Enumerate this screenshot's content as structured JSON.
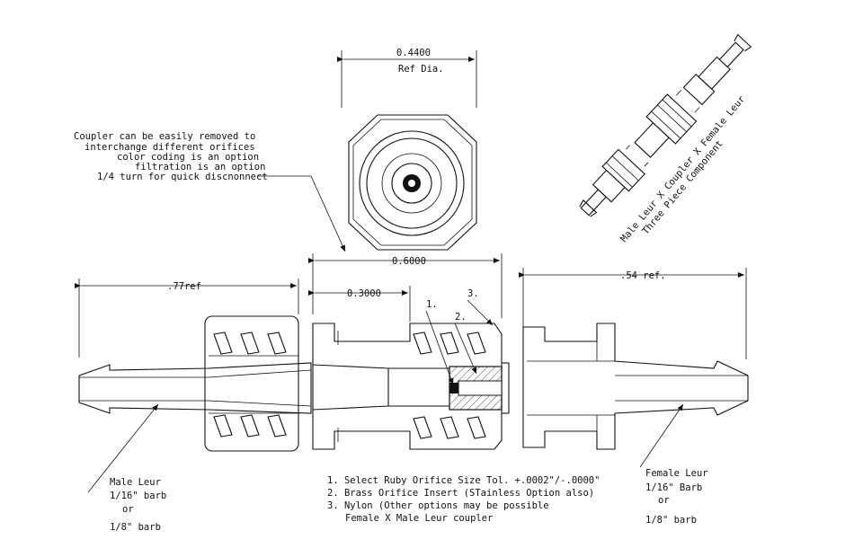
{
  "top_view": {
    "dim_label": "0.4400",
    "ref_label": "Ref Dia."
  },
  "notes": {
    "lines": [
      "Coupler can be easily removed to",
      "interchange different orifices",
      "color coding is an option",
      "filtration is an option",
      "1/4  turn for quick discnonnect"
    ]
  },
  "iso_view": {
    "line1": "Male Leur  X  Coupler  X Female Leur",
    "line2": "Three Piece Component"
  },
  "dimensions": {
    "male_length": ".77ref",
    "coupler_length": "0.6000",
    "coupler_partial": "0.3000",
    "female_length": ".54 ref."
  },
  "callouts": {
    "c1": "1.",
    "c2": "2.",
    "c3": "3."
  },
  "male_label": {
    "name": "Male Leur",
    "opt1": "1/16\" barb",
    "or": "or",
    "opt2": "1/8\" barb"
  },
  "coupler_notes": [
    "1. Select Ruby Orifice Size  Tol. +.0002\"/-.0000\"",
    "2. Brass Orifice Insert (STainless Option also)",
    "3. Nylon (Other options may be possible",
    "Female X Male Leur coupler"
  ],
  "female_label": {
    "name": "Female Leur",
    "opt1": "1/16\" Barb",
    "or": "or",
    "opt2": "1/8\" barb"
  }
}
